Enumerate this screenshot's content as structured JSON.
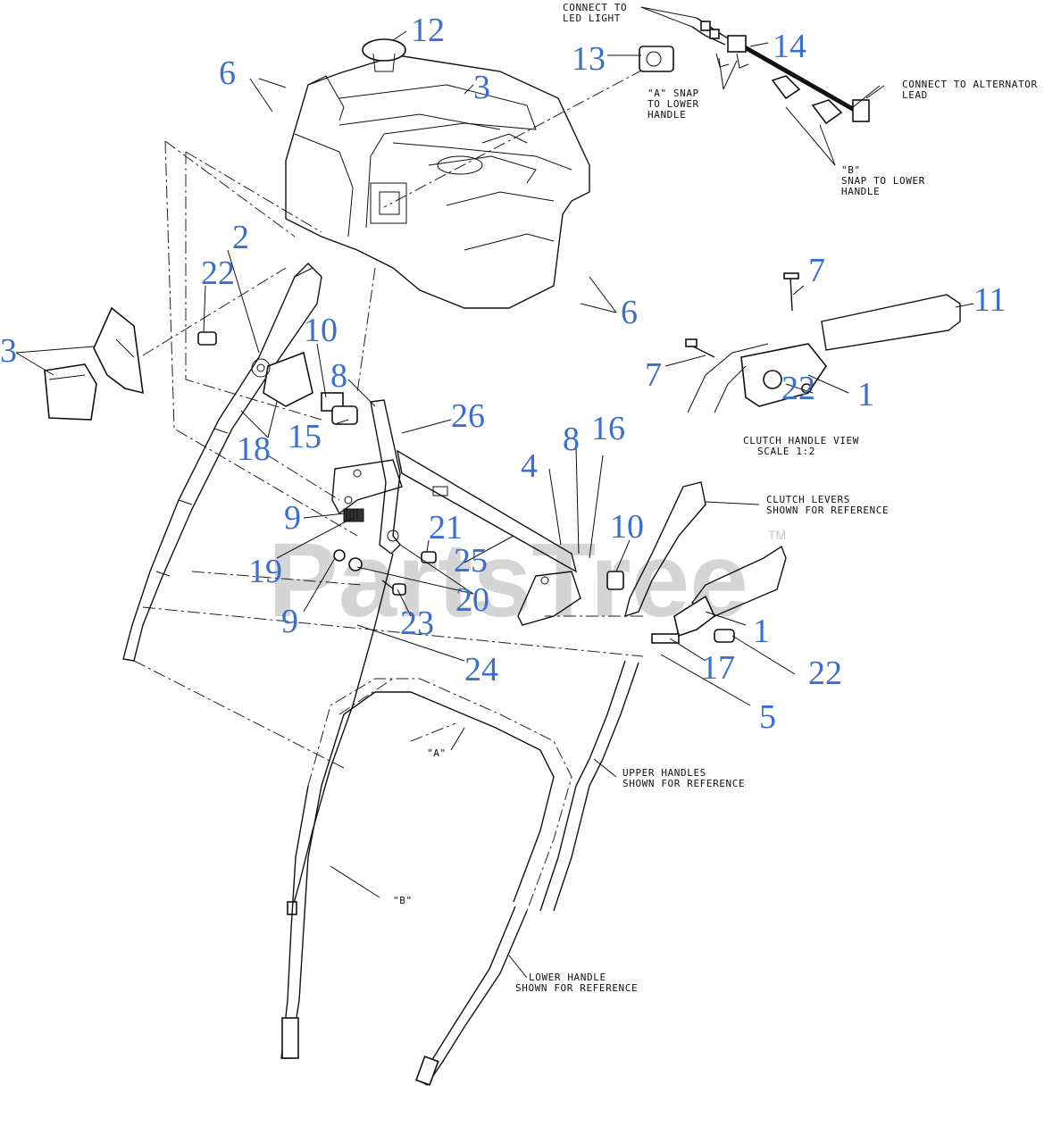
{
  "part_numbers": {
    "p1a": "1",
    "p1b": "1",
    "p2": "2",
    "p3a": "3",
    "p3b": "3",
    "p4": "4",
    "p5": "5",
    "p6a": "6",
    "p6b": "6",
    "p7a": "7",
    "p7b": "7",
    "p8a": "8",
    "p8b": "8",
    "p9a": "9",
    "p9b": "9",
    "p10a": "10",
    "p10b": "10",
    "p11": "11",
    "p12": "12",
    "p13": "13",
    "p14": "14",
    "p15": "15",
    "p16": "16",
    "p17": "17",
    "p18": "18",
    "p19": "19",
    "p20": "20",
    "p21": "21",
    "p22a": "22",
    "p22b": "22",
    "p22c": "22",
    "p23": "23",
    "p24": "24",
    "p25": "25",
    "p26": "26"
  },
  "notes": {
    "connect_led_1": "CONNECT TO",
    "connect_led_2": "LED LIGHT",
    "snap_a_1": "\"A\" SNAP",
    "snap_a_2": "TO LOWER",
    "snap_a_3": "HANDLE",
    "alternator_1": "CONNECT TO ALTERNATOR",
    "alternator_2": "LEAD",
    "snap_b_1": "\"B\"",
    "snap_b_2": "SNAP TO LOWER",
    "snap_b_3": "HANDLE",
    "clutch_view_1": "CLUTCH HANDLE VIEW",
    "clutch_view_2": "SCALE 1:2",
    "clutch_levers_1": "CLUTCH LEVERS",
    "clutch_levers_2": "SHOWN FOR REFERENCE",
    "upper_handles_1": "UPPER HANDLES",
    "upper_handles_2": "SHOWN FOR REFERENCE",
    "lower_handle_1": "LOWER HANDLE",
    "lower_handle_2": "SHOWN FOR REFERENCE",
    "ref_a": "\"A\"",
    "ref_b": "\"B\""
  },
  "watermark": {
    "text": "PartsTree",
    "tm": "TM"
  },
  "colors": {
    "callout": "#3a6fcf",
    "lines": "#111111",
    "watermark": "#c8c8c8"
  }
}
